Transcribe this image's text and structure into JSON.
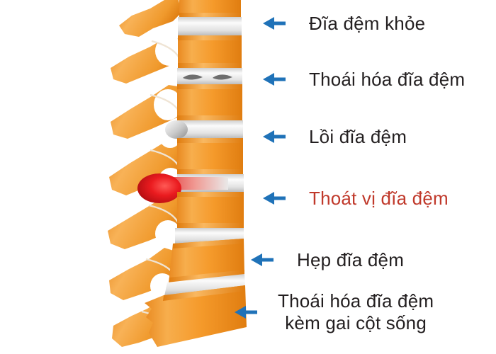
{
  "illustration": {
    "title": "spinal-disc-conditions-diagram",
    "colors": {
      "vertebra_light": "#f6a93b",
      "vertebra_mid": "#f08c1f",
      "vertebra_dark": "#d9740f",
      "disc_light": "#f2f2f2",
      "disc_mid": "#d8d8d8",
      "disc_edge": "#b9b9b9",
      "herniation_red": "#e8131b",
      "herniation_red_dark": "#a60d12",
      "degeneration_mark": "#6e6e6e",
      "arrow_blue": "#1f72b8",
      "label_black": "#231f20",
      "label_red": "#c0392b",
      "background": "#ffffff"
    }
  },
  "callouts": [
    {
      "id": "callout-1",
      "icon": "left-arrow-icon",
      "label": "Đĩa đệm khỏe",
      "emphasis": "normal",
      "lines": [
        "Đĩa đệm khỏe"
      ]
    },
    {
      "id": "callout-2",
      "icon": "left-arrow-icon",
      "label": "Thoái hóa đĩa đệm",
      "emphasis": "normal",
      "lines": [
        "Thoái hóa đĩa đệm"
      ]
    },
    {
      "id": "callout-3",
      "icon": "left-arrow-icon",
      "label": "Lồi đĩa đệm",
      "emphasis": "normal",
      "lines": [
        "Lồi đĩa đệm"
      ]
    },
    {
      "id": "callout-4",
      "icon": "left-arrow-icon",
      "label": "Thoát vị đĩa đệm",
      "emphasis": "highlight",
      "lines": [
        "Thoát vị đĩa đệm"
      ]
    },
    {
      "id": "callout-5",
      "icon": "left-arrow-icon",
      "label": "Hẹp đĩa đệm",
      "emphasis": "normal",
      "lines": [
        "Hẹp đĩa đệm"
      ]
    },
    {
      "id": "callout-6",
      "icon": "left-arrow-icon",
      "label": "Thoái hóa đĩa đệm kèm gai cột sống",
      "emphasis": "normal",
      "lines": [
        "Thoái hóa đĩa đệm",
        "kèm gai cột sống"
      ]
    }
  ]
}
